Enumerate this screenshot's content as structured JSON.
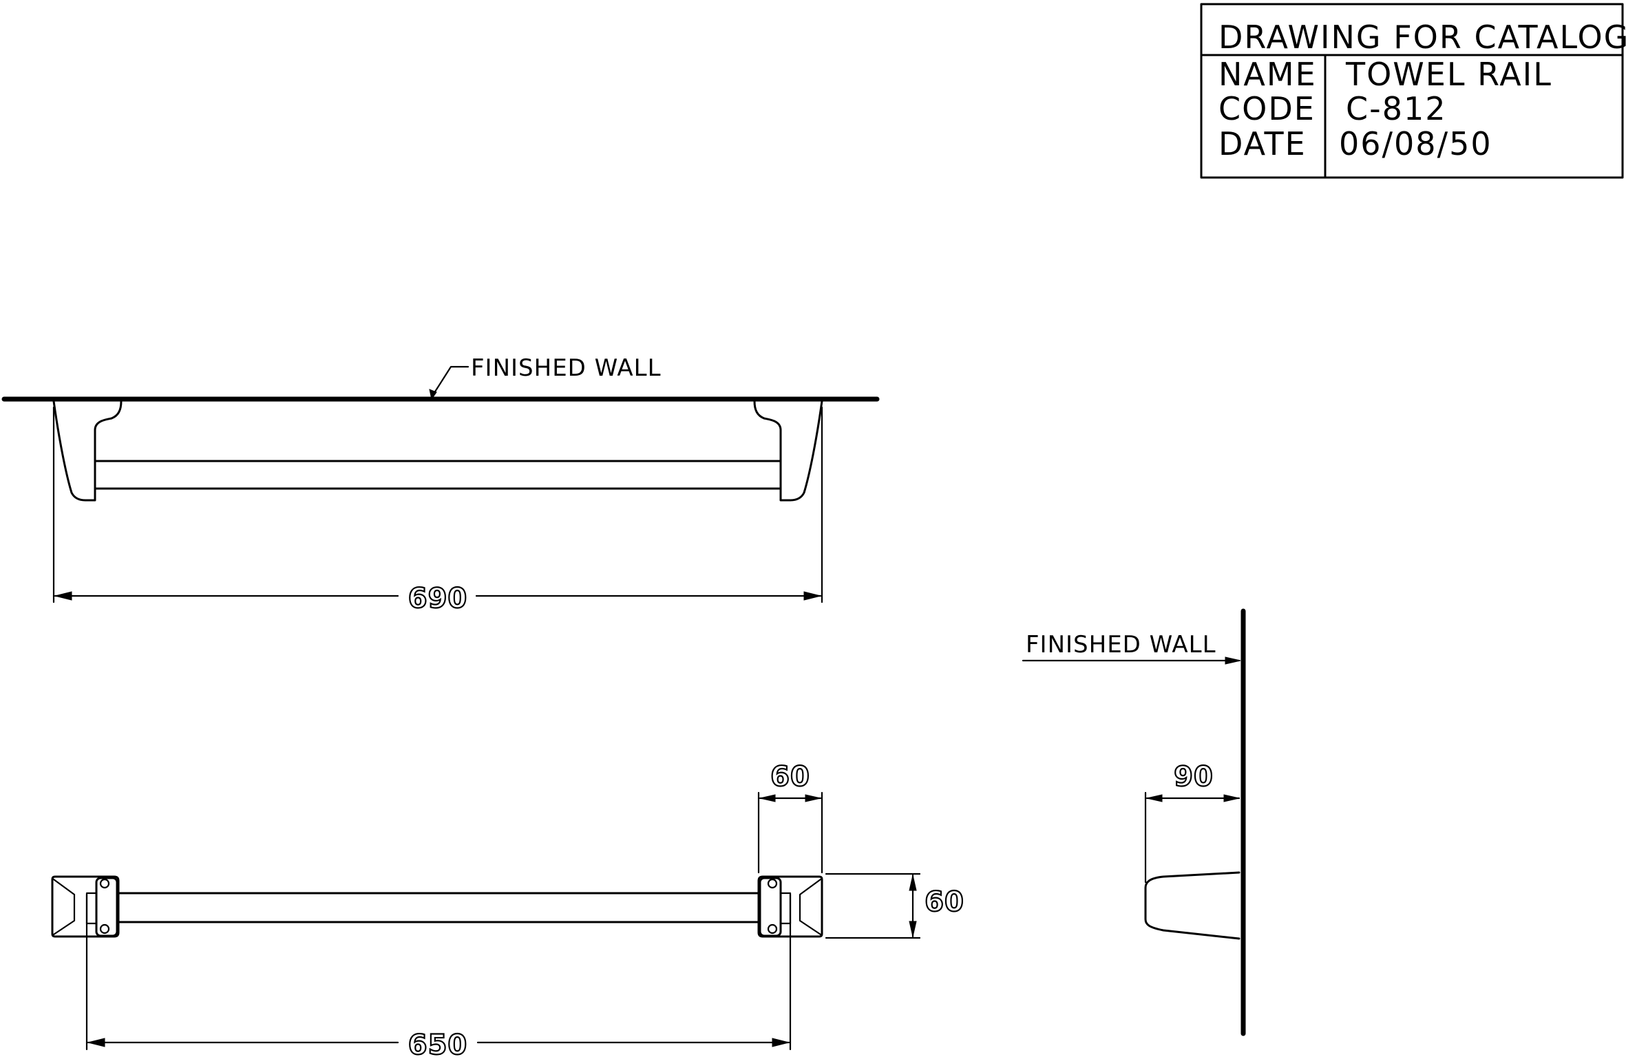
{
  "title_block": {
    "heading": "DRAWING FOR CATALOG",
    "rows": [
      {
        "label": "NAME",
        "value": "TOWEL RAIL"
      },
      {
        "label": "CODE",
        "value": "C-812"
      },
      {
        "label": "DATE",
        "value": "06/08/50"
      }
    ]
  },
  "front_view": {
    "wall_note": "FINISHED WALL",
    "overall_width": "690"
  },
  "plan_view": {
    "bracket_width": "60",
    "bracket_height": "60",
    "rail_centers": "650"
  },
  "side_view": {
    "wall_note": "FINISHED WALL",
    "projection": "90"
  }
}
